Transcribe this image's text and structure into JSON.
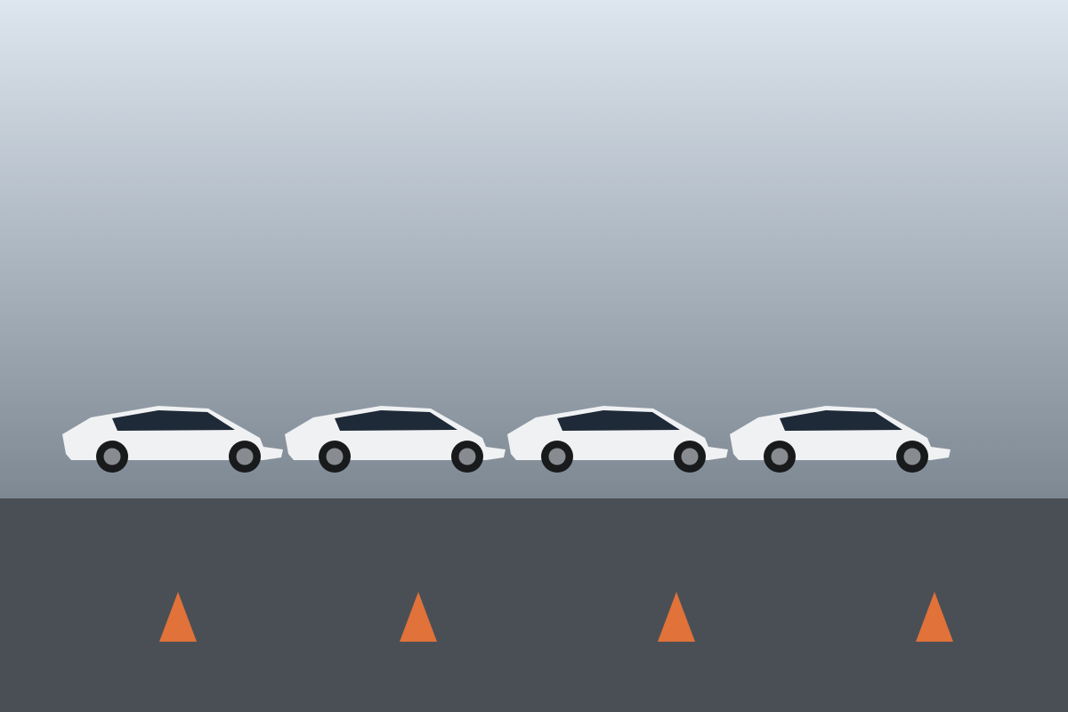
{
  "colors": {
    "sky_top": "#dde6ef",
    "sky_bottom": "#7d8893",
    "road": "#4a4f55",
    "car_body": "#eff1f3",
    "car_window": "#1f2a38",
    "tire": "#181a1c",
    "hub": "#888b8f",
    "cone": "#e0723a"
  },
  "cars": [
    {
      "label": "car-1"
    },
    {
      "label": "car-2"
    },
    {
      "label": "car-3"
    },
    {
      "label": "car-4"
    }
  ],
  "cones": [
    {
      "label": "cone-1"
    },
    {
      "label": "cone-2"
    },
    {
      "label": "cone-3"
    },
    {
      "label": "cone-4"
    }
  ]
}
